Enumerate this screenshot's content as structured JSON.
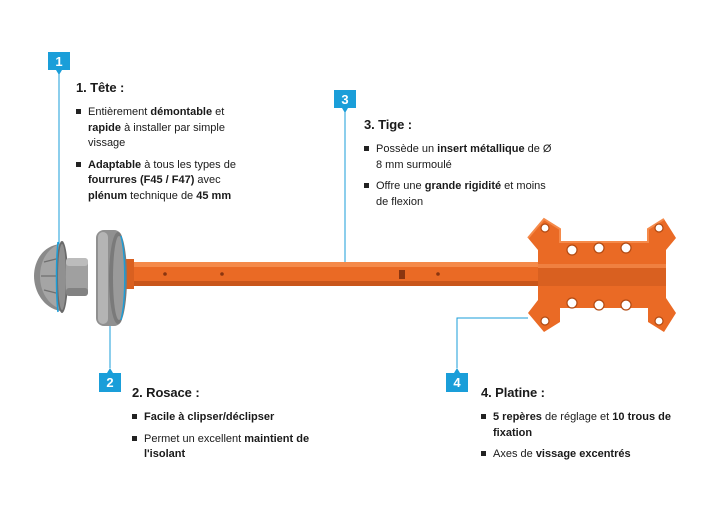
{
  "colors": {
    "accent": "#1a9ed9",
    "rod": "#ea6a25",
    "rod_dark": "#c9561a",
    "grey": "#8a8a8a"
  },
  "callouts": [
    {
      "number": "1",
      "title": "1. Tête :",
      "bullets": [
        [
          {
            "t": "Entièrement "
          },
          {
            "t": "démontable",
            "b": true
          },
          {
            "t": " et "
          },
          {
            "t": "rapide",
            "b": true
          },
          {
            "t": " à installer par simple vissage"
          }
        ],
        [
          {
            "t": "Adaptable",
            "b": true
          },
          {
            "t": " à tous les types de "
          },
          {
            "t": "fourrures (F45 / F47)",
            "b": true
          },
          {
            "t": " avec "
          },
          {
            "t": "plénum",
            "b": true
          },
          {
            "t": " technique de "
          },
          {
            "t": "45 mm",
            "b": true
          }
        ]
      ]
    },
    {
      "number": "2",
      "title": "2. Rosace :",
      "bullets": [
        [
          {
            "t": "Facile à clipser/déclipser",
            "b": true
          }
        ],
        [
          {
            "t": "Permet un excellent "
          },
          {
            "t": "maintient de l'isolant",
            "b": true
          }
        ]
      ]
    },
    {
      "number": "3",
      "title": "3. Tige :",
      "bullets": [
        [
          {
            "t": "Possède un "
          },
          {
            "t": "insert métallique",
            "b": true
          },
          {
            "t": " de Ø 8 mm surmoulé"
          }
        ],
        [
          {
            "t": "Offre une "
          },
          {
            "t": "grande rigidité",
            "b": true
          },
          {
            "t": " et moins de flexion"
          }
        ]
      ]
    },
    {
      "number": "4",
      "title": "4. Platine :",
      "bullets": [
        [
          {
            "t": "5 repères",
            "b": true
          },
          {
            "t": " de réglage et "
          },
          {
            "t": "10 trous de fixation",
            "b": true
          }
        ],
        [
          {
            "t": "Axes de "
          },
          {
            "t": "vissage excentrés",
            "b": true
          }
        ]
      ]
    }
  ]
}
